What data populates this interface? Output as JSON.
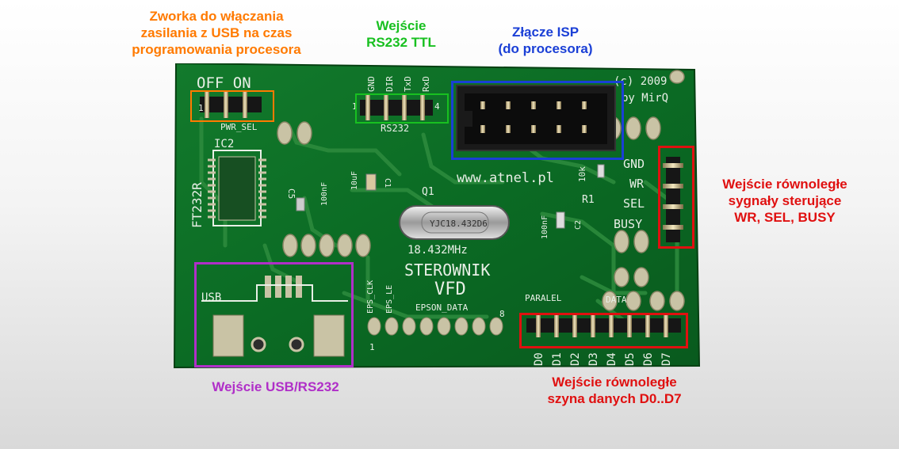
{
  "colors": {
    "orange": "#ff7a00",
    "green": "#18c020",
    "blue": "#1a3fd6",
    "red": "#e01010",
    "purple": "#b02fc8",
    "pcb": "#0b6b24",
    "silkscreen": "#e8efe6"
  },
  "annotations": {
    "power_jumper": [
      "Zworka do włączania",
      "zasilania z USB na czas",
      "programowania procesora"
    ],
    "rs232_ttl": [
      "Wejście",
      "RS232 TTL"
    ],
    "isp": [
      "Złącze ISP",
      "(do procesora)"
    ],
    "parallel_control": [
      "Wejście równoległe",
      "sygnały sterujące",
      "WR, SEL, BUSY"
    ],
    "usb": [
      "Wejście USB/RS232"
    ],
    "parallel_data": [
      "Wejście równoległe",
      "szyna danych D0..D7"
    ]
  },
  "board": {
    "off_on": "OFF  ON",
    "pwr_sel": "PWR_SEL",
    "jumper_pin1": "1",
    "ic2": "IC2",
    "ft232r": "FT232R",
    "c5": "C5",
    "c5_value": "100nF",
    "c1": "C1",
    "c1_value": "10uF",
    "rs232_pins": [
      "GND",
      "DIR",
      "TxD",
      "RxD"
    ],
    "rs232_label": "RS232",
    "rs232_pin_start": "1",
    "rs232_pin_end": "4",
    "copyright": "(c) 2009",
    "author": "by MirQ",
    "website": "www.atnel.pl",
    "q1": "Q1",
    "crystal_marking": "YJC18.432D6",
    "crystal_freq": "18.432MHz",
    "r1": "R1",
    "r1_value": "10k",
    "c2": "C2",
    "c2_value": "100nF",
    "control_signals": [
      "GND",
      "WR",
      "SEL",
      "BUSY"
    ],
    "title_line1": "STEROWNIK",
    "title_line2": "VFD",
    "eps_labels": [
      "EPS_CLK",
      "EPS_LE"
    ],
    "epson_data": "EPSON_DATA",
    "epson_pin_start": "1",
    "epson_pin_end": "8",
    "usb_label": "USB",
    "paralel": "PARALEL",
    "data": "DATA",
    "data_pins": [
      "D0",
      "D1",
      "D2",
      "D3",
      "D4",
      "D5",
      "D6",
      "D7"
    ]
  }
}
